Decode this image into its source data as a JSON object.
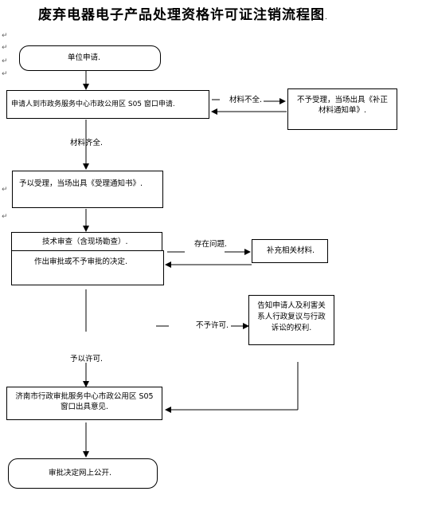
{
  "title": "废弃电器电子产品处理资格许可证注销流程图",
  "title_tail": ".",
  "paragraph_mark": "↵",
  "nodes": {
    "apply": "单位申请.",
    "submit": "申请人到市政务服务中心市政公用区 S05 窗口申请.",
    "reject_box": "不予受理，当场出具《补正材料通知单》.",
    "accept": "予以受理，当场出具《受理通知书》.",
    "review": "技术审查（含现场勘查）.",
    "decide": "作出审批或不予审批的决定.",
    "supplement": "补充相关材料.",
    "inform": "告知申请人及利害关系人行政复议与行政诉讼的权利.",
    "issue": "济南市行政审批服务中心市政公用区 S05 窗口出具意见.",
    "publish": "审批决定网上公开."
  },
  "edge_labels": {
    "incomplete": "材料不全.",
    "complete": "材料齐全.",
    "problem": "存在问题.",
    "not_permit": "不予许可.",
    "permit": "予以许可."
  }
}
